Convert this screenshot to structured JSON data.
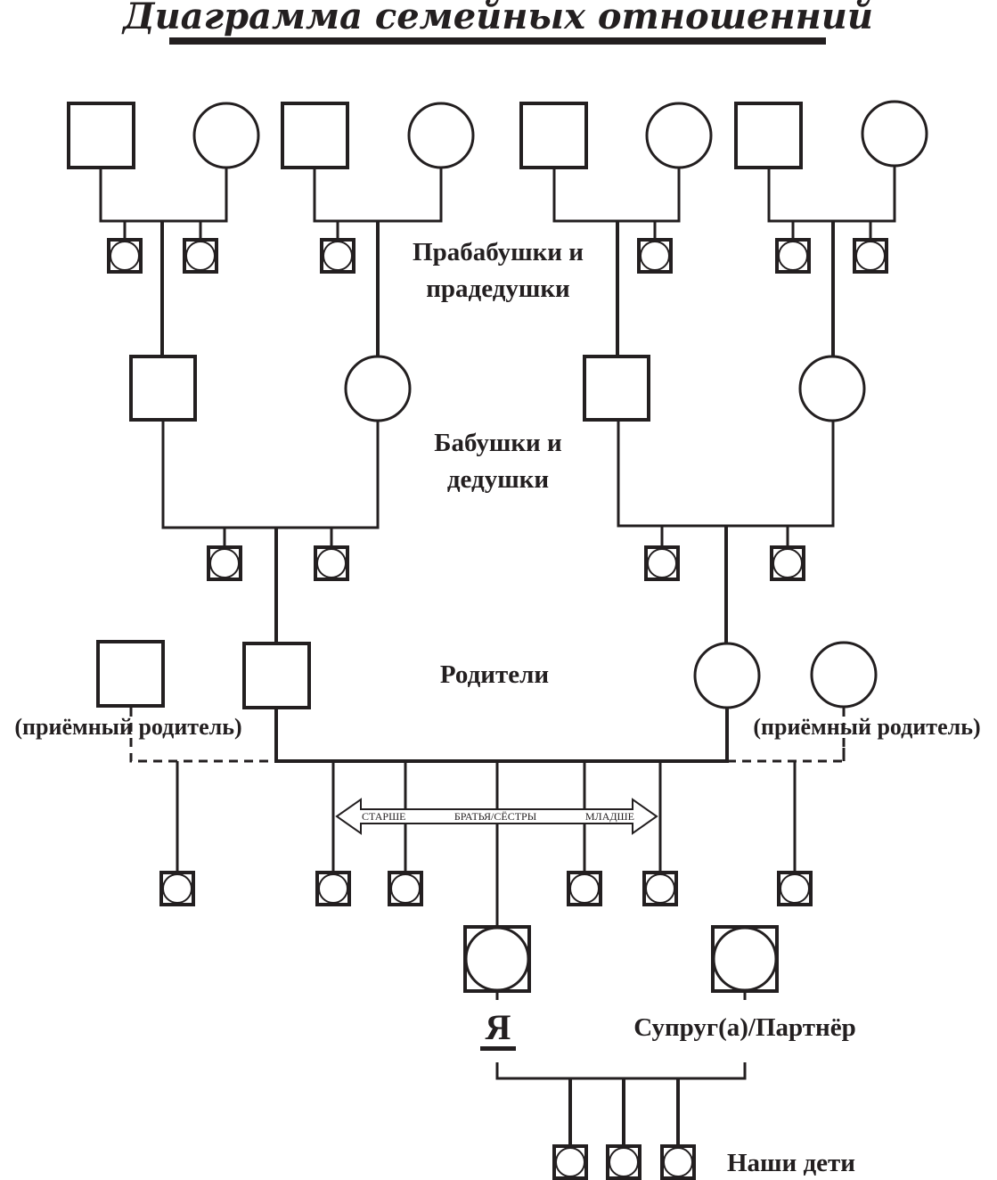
{
  "title": "Диаграмма семейных отношенний",
  "colors": {
    "ink": "#231f20",
    "background": "#ffffff"
  },
  "generations": {
    "great_grandparents": {
      "line1": "Прабабушки и",
      "line2": "прадедушки"
    },
    "grandparents": {
      "line1": "Бабушки и",
      "line2": "дедушки"
    },
    "parents": {
      "label": "Родители"
    }
  },
  "step_parent_left": "(приёмный родитель)",
  "step_parent_right": "(приёмный родитель)",
  "siblings_arrow": {
    "older": "СТАРШЕ",
    "middle": "БРАТЬЯ/СЁСТРЫ",
    "younger": "МЛАДШЕ"
  },
  "me_label": "Я",
  "spouse_label": "Супруг(а)/Партнёр",
  "children_label": "Наши дети",
  "legend": {
    "square": "male",
    "circle": "female",
    "square_with_circle": "unspecified"
  }
}
